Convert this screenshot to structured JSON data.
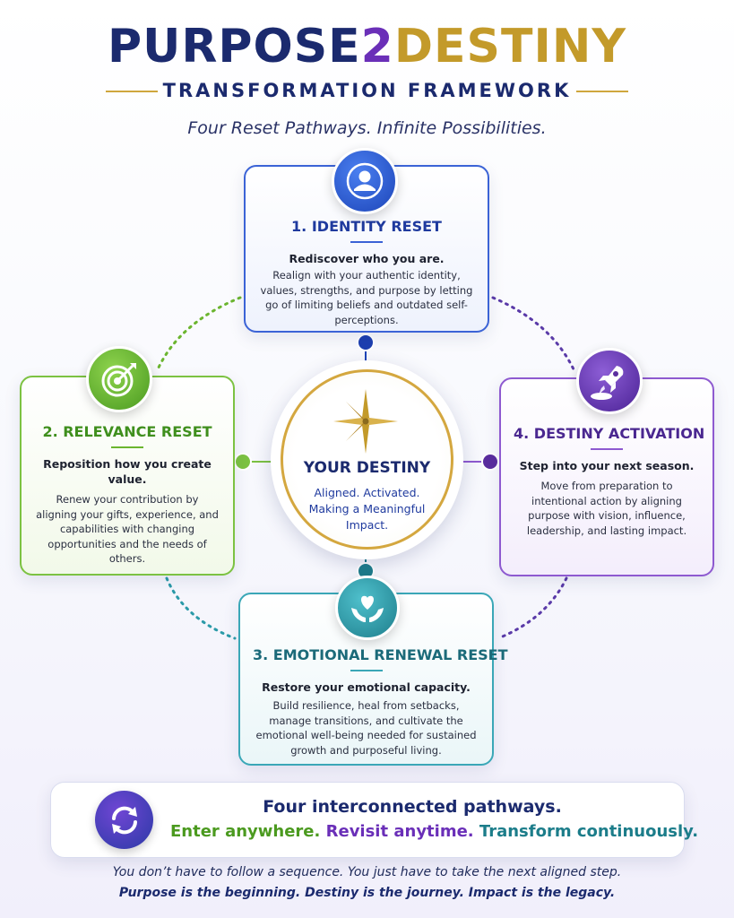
{
  "header": {
    "title_part1": "PURPOSE",
    "title_part2": "2",
    "title_part3": "DESTINY",
    "subtitle": "TRANSFORMATION FRAMEWORK",
    "tagline": "Four Reset Pathways. Infinite Possibilities."
  },
  "pathways": {
    "identity": {
      "title": "1. IDENTITY RESET",
      "lead": "Rediscover who you are.",
      "body": "Realign with your authentic identity, values, strengths, and purpose by letting go of limiting beliefs and outdated self-perceptions.",
      "icon": "user-icon",
      "color": "#3b63d6"
    },
    "relevance": {
      "title": "2. RELEVANCE RESET",
      "lead": "Reposition how you create value.",
      "body": "Renew your contribution by aligning your gifts, experience, and capabilities with changing opportunities and the needs of others.",
      "icon": "target-icon",
      "color": "#6bb52f"
    },
    "emotional": {
      "title": "3. EMOTIONAL RENEWAL RESET",
      "lead": "Restore your emotional capacity.",
      "body": "Build resilience, heal from setbacks, manage transitions, and cultivate the emotional well-being needed for sustained growth and purposeful living.",
      "icon": "heart-hands-icon",
      "color": "#3aa7b7"
    },
    "destiny": {
      "title": "4. DESTINY ACTIVATION",
      "lead": "Step into your next season.",
      "body": "Move from preparation to intentional action by aligning purpose with vision, influence, leadership, and lasting impact.",
      "icon": "rocket-icon",
      "color": "#8e5ad0"
    }
  },
  "center": {
    "title": "YOUR DESTINY",
    "subtitle": "Aligned. Activated. Making a Meaningful Impact.",
    "icon": "compass-star-icon"
  },
  "banner": {
    "title": "Four interconnected pathways.",
    "phrase1": "Enter anywhere.",
    "phrase2": "Revisit anytime.",
    "phrase3": "Transform continuously.",
    "icon": "cycle-arrows-icon"
  },
  "footer": {
    "line1": "You don’t have to follow a sequence. You just have to take the next aligned step.",
    "line2": "Purpose is the beginning. Destiny is the journey. Impact is the legacy."
  }
}
